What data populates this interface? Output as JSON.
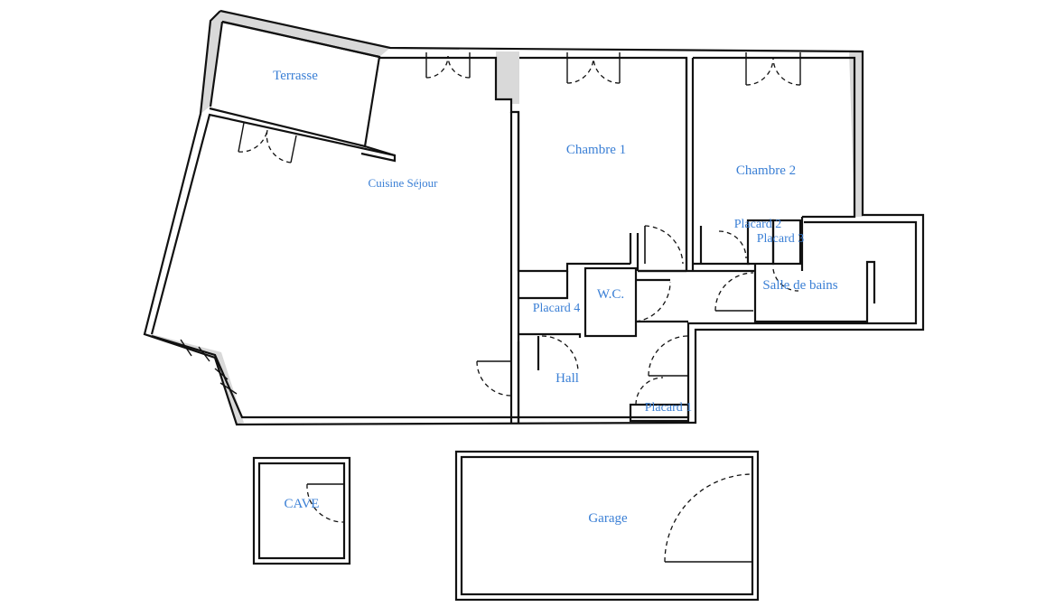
{
  "rooms": {
    "terrasse": "Terrasse",
    "cuisine_sejour": "Cuisine Séjour",
    "chambre1": "Chambre 1",
    "chambre2": "Chambre 2",
    "placard2": "Placard 2",
    "placard3": "Placard 3",
    "salle_de_bains": "Salle de bains",
    "wc": "W.C.",
    "placard4": "Placard 4",
    "hall": "Hall",
    "placard1": "Placard 1",
    "cave": "CAVE",
    "garage": "Garage"
  },
  "colors": {
    "label": "#3a7fd5",
    "wall": "#111111",
    "wall_fill": "#d9d9d9"
  }
}
